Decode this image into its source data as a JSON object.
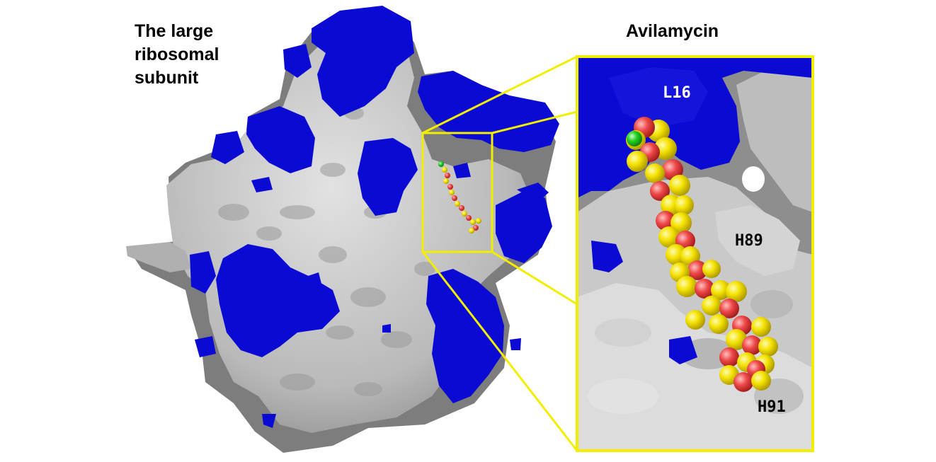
{
  "labels": {
    "structure_title": "The large\nribosomal\nsubunit",
    "zoom_title": "Avilamycin",
    "l16": "L16",
    "h89": "H89",
    "h91": "H91"
  },
  "colors": {
    "protein": "#0a0ad4",
    "rna_light": "#c8c8c8",
    "rna_dark": "#7d7d7d",
    "zoom_frame": "#f2ee00",
    "ligand_carbon": "#f0e000",
    "ligand_oxygen": "#f04a4a",
    "ligand_chlorine": "#1ed21e"
  },
  "icons": {
    "ribosome": "ribosome-surface-icon",
    "ligand": "ligand-spheres-icon"
  }
}
